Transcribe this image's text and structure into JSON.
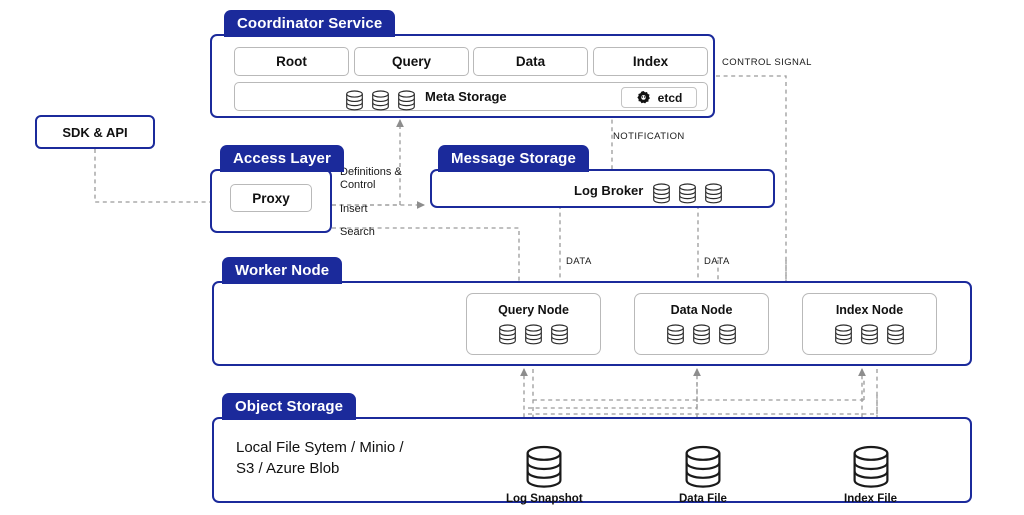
{
  "theme": {
    "brand": "#1b2a9b",
    "wire": "#9a9a9a",
    "box_border": "#b9b9b9",
    "text": "#111111"
  },
  "sdk": {
    "label": "SDK & API"
  },
  "coordinator": {
    "title": "Coordinator Service",
    "services": [
      "Root",
      "Query",
      "Data",
      "Index"
    ],
    "meta_storage_label": "Meta Storage",
    "meta_storage_db_count": 3,
    "etcd_label": "etcd",
    "etcd_icon": "gear-icon"
  },
  "access_layer": {
    "title": "Access Layer",
    "proxy_label": "Proxy"
  },
  "message_storage": {
    "title": "Message Storage",
    "log_broker_label": "Log Broker",
    "log_broker_db_count": 3
  },
  "worker_node": {
    "title": "Worker Node",
    "nodes": [
      {
        "label": "Query Node",
        "db_count": 3
      },
      {
        "label": "Data Node",
        "db_count": 3
      },
      {
        "label": "Index Node",
        "db_count": 3
      }
    ]
  },
  "object_storage": {
    "title": "Object Storage",
    "backends_text": "Local File Sytem / Minio /\nS3 / Azure Blob",
    "files": [
      {
        "label": "Log Snapshot"
      },
      {
        "label": "Data File"
      },
      {
        "label": "Index File"
      }
    ]
  },
  "edge_labels": {
    "control_signal": "CONTROL SIGNAL",
    "notification": "NOTIFICATION",
    "definitions_control": "Definitions &\nControl",
    "insert": "Insert",
    "search": "Search",
    "data_left": "DATA",
    "data_right": "DATA"
  }
}
